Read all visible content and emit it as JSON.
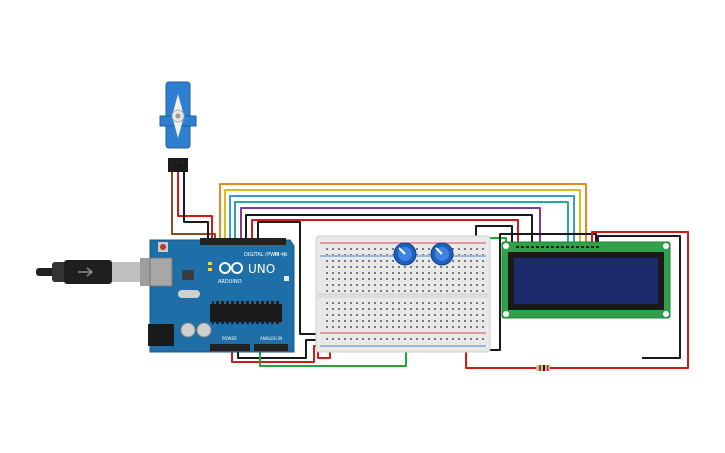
{
  "arduino": {
    "brand": "UNO",
    "maker": "ARDUINO",
    "digital_label": "DIGITAL (PWM~)",
    "power_label": "POWER",
    "analog_label": "ANALOG IN",
    "tx_label": "TX",
    "rx_label": "RX"
  },
  "colors": {
    "board": "#1e6fa8",
    "breadboard": "#e9e9e9",
    "lcd_pcb": "#2fa14a",
    "lcd_screen": "#1b2a6b",
    "servo": "#2f7fd0",
    "wire_red": "#d11a1a",
    "wire_black": "#1a1a1a",
    "wire_green": "#22a834",
    "wire_orange": "#e58a1c",
    "wire_yellow": "#e0b91c",
    "wire_blue": "#3a9ad6",
    "wire_teal": "#27a9a2",
    "wire_purple": "#7b3c9a",
    "wire_brown": "#8a4b22"
  },
  "icons": {
    "usb_cable": "usb-cable-icon",
    "servo": "servo-motor-icon",
    "potentiometer": "potentiometer-icon",
    "resistor": "resistor-icon",
    "lcd": "lcd-display-icon"
  }
}
